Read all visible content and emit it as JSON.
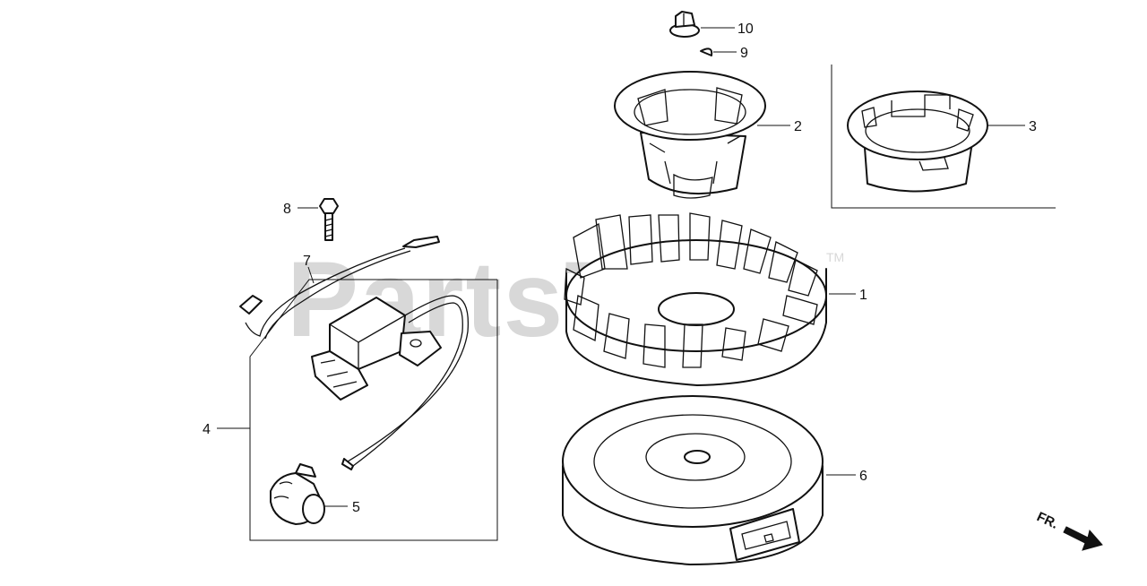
{
  "watermark": {
    "text": "PartsTree",
    "trademark": "TM"
  },
  "direction_label": "FR.",
  "callouts": {
    "c1": "1",
    "c2": "2",
    "c3": "3",
    "c4": "4",
    "c5": "5",
    "c6": "6",
    "c7": "7",
    "c8": "8",
    "c9": "9",
    "c10": "10"
  },
  "colors": {
    "line": "#111111",
    "watermark": "#d8d8d8",
    "background": "#ffffff"
  }
}
